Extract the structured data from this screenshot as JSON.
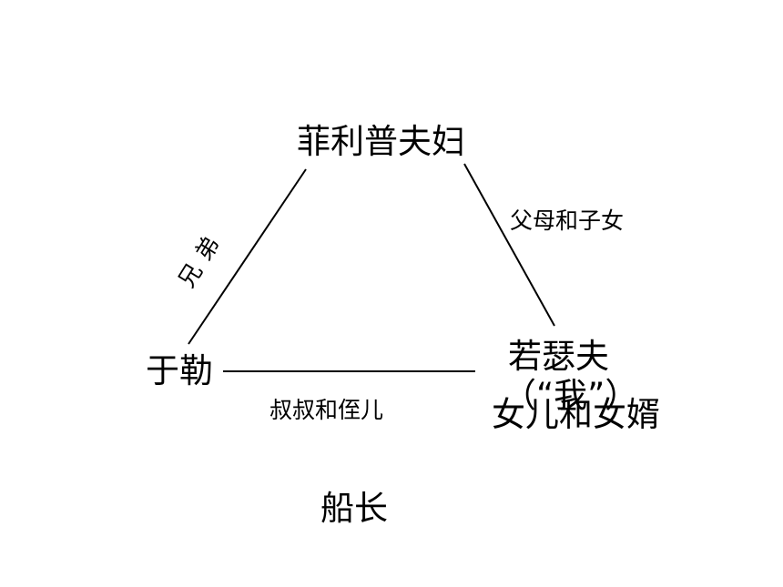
{
  "nodes": {
    "top": "菲利普夫妇",
    "left": "于勒",
    "right": "若瑟夫",
    "right_sub": "（“我”）",
    "bottom": "船长"
  },
  "edges": {
    "left": "兄弟",
    "right": "父母和子女",
    "bottom": "叔叔和侄儿"
  },
  "overlay_text": "女儿和女婿",
  "colors": {
    "line": "#000000",
    "text": "#000000",
    "background": "#ffffff"
  }
}
